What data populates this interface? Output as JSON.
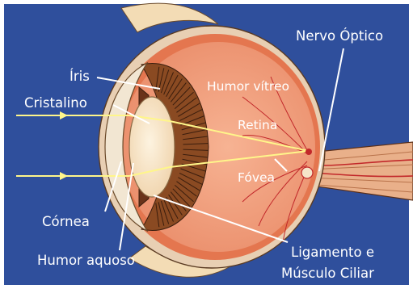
{
  "colors": {
    "background": "#2f4f9c",
    "frame": "#ffffff",
    "sclera_outer": "#e8d2b8",
    "choroid": "#e47a55",
    "vitreous": "#f2a07f",
    "iris": "#7a3f1e",
    "lens": "#f6e5c9",
    "light_ray": "#fff68a",
    "vessel": "#c2282a",
    "nerve": "#f0b98f",
    "muscle": "#f3dcb5"
  },
  "labels": {
    "iris": "Íris",
    "cristalino": "Cristalino",
    "humor_vitreo": "Humor vítreo",
    "retina": "Retina",
    "fovea": "Fóvea",
    "nervo_optico": "Nervo Óptico",
    "cornea": "Córnea",
    "humor_aquoso": "Humor aquoso",
    "ligamento_line1": "Ligamento e",
    "ligamento_line2": "Músculo Ciliar"
  }
}
